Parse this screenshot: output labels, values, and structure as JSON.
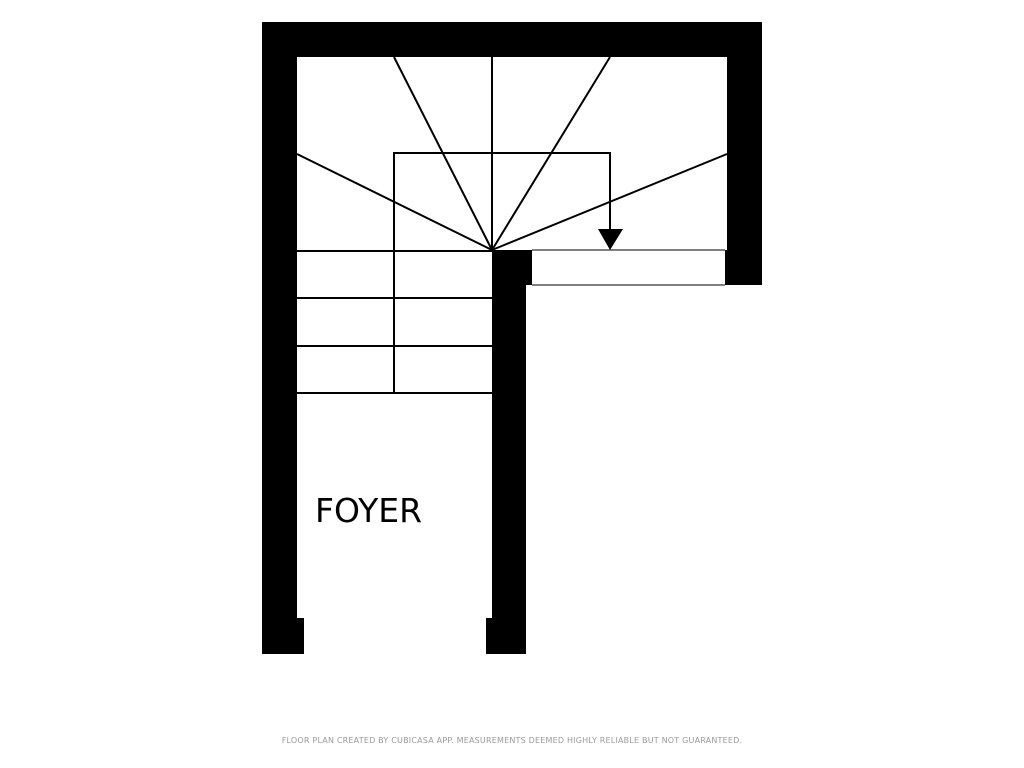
{
  "plan": {
    "rooms": [
      {
        "id": "foyer",
        "label": "FOYER"
      }
    ],
    "colors": {
      "wall": "#000000",
      "line": "#000000",
      "background": "#ffffff",
      "footer_text": "#9a9a9a"
    }
  },
  "footer": {
    "note": "FLOOR PLAN CREATED BY CUBICASA APP. MEASUREMENTS DEEMED HIGHLY RELIABLE BUT NOT GUARANTEED."
  }
}
